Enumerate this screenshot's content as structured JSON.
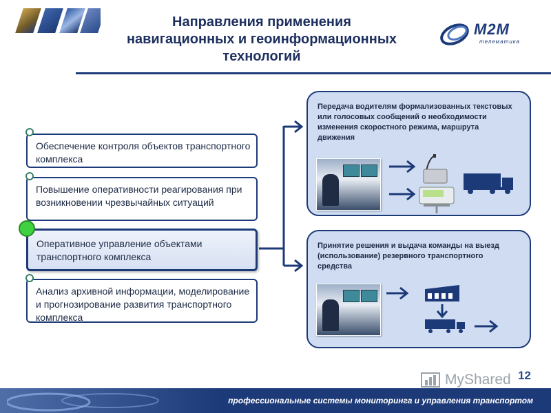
{
  "slide": {
    "title_lines": [
      "Направления применения",
      "навигационных и геоинформационных",
      "технологий"
    ],
    "page_number": "12"
  },
  "logo": {
    "word": "M2M",
    "subtitle": "телематика"
  },
  "items": [
    {
      "text": "Обеспечение контроля объектов транспортного комплекса",
      "active": false
    },
    {
      "text": "Повышение оперативности реагирования при возникновении чрезвычайных ситуаций",
      "active": false
    },
    {
      "text": "Оперативное управление объектами транспортного комплекса",
      "active": true
    },
    {
      "text": "Анализ архивной информации, моделирование и прогнозирование развития транспортного комплекса",
      "active": false
    }
  ],
  "panels": [
    {
      "text": "Передача водителям формализованных текстовых или голосовых сообщений о необходимости изменения скоростного режима, маршрута движения"
    },
    {
      "text": "Принятие решения и выдача команды на выезд (использование) резервного транспортного средства"
    }
  ],
  "footer": {
    "text": "профессиональные системы мониторинга и управления транспортом"
  },
  "watermark": {
    "text": "MyShared"
  },
  "colors": {
    "primary": "#1d3a78",
    "panel_fill": "#cfdcf2",
    "active_dot": "#3fd13f"
  }
}
